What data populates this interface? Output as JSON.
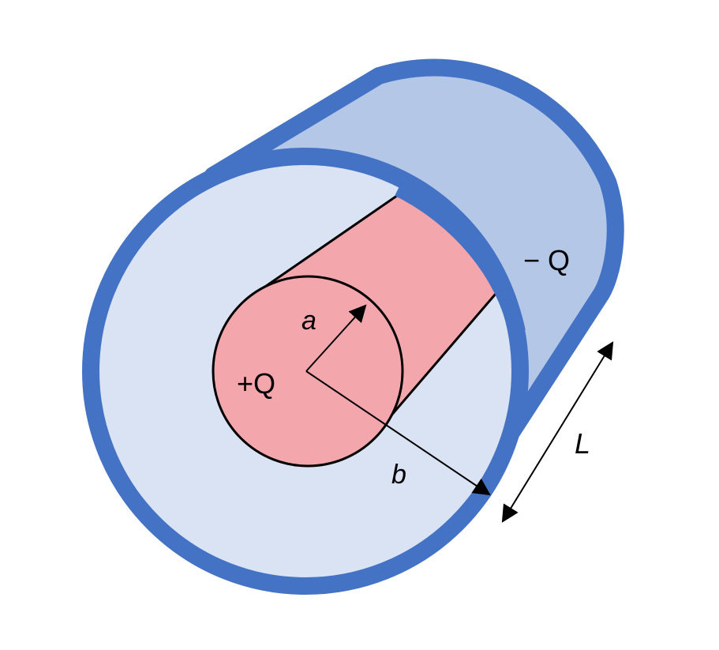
{
  "labels": {
    "inner_radius": "a",
    "outer_radius": "b",
    "length": "L",
    "inner_charge": "+Q",
    "outer_charge": "− Q"
  },
  "colors": {
    "outer_shell_stroke": "#4472c4",
    "shell_side_fill": "#b4c7e7",
    "end_face_fill": "#dae3f3",
    "inner_conductor_fill": "#f4a6ad",
    "line": "#000000"
  }
}
